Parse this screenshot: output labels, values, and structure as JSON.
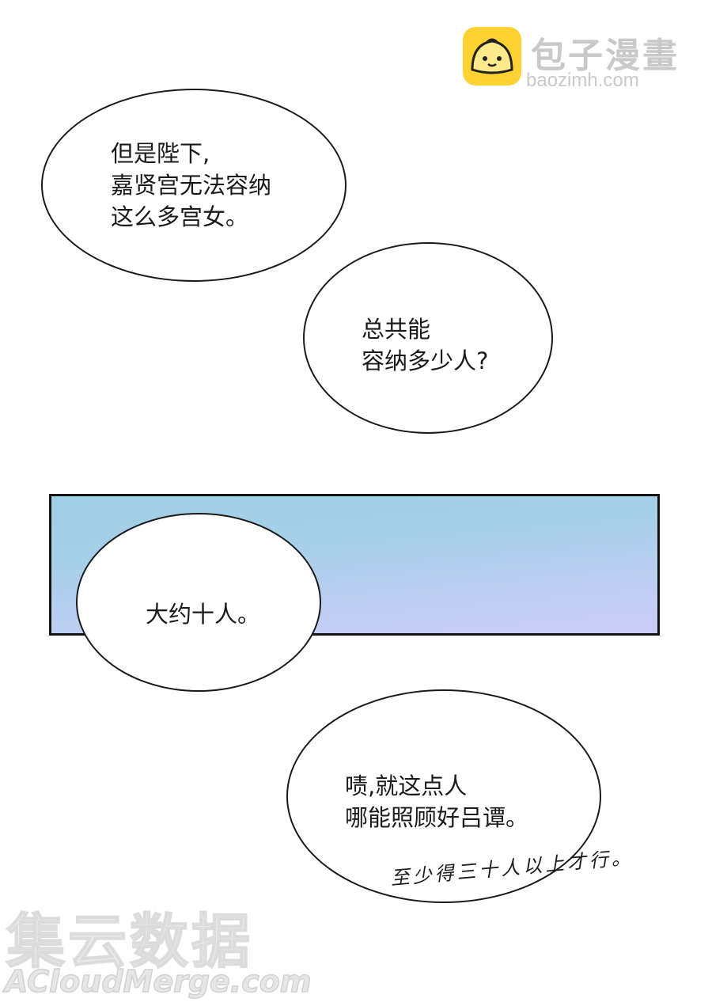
{
  "watermark_top": {
    "brand_cn": "包子漫畫",
    "brand_url": "baozimh.com",
    "logo_icon": "bun-face-logo-icon",
    "logo_color": "#ffd233"
  },
  "bubbles": [
    {
      "lines": [
        "但是陛下,",
        "嘉贤宫无法容纳",
        "这么多宫女。"
      ]
    },
    {
      "lines": [
        "总共能",
        "容纳多少人?"
      ]
    },
    {
      "lines": [
        "大约十人。"
      ]
    },
    {
      "lines": [
        "啧,就这点人",
        "哪能照顾好吕谭。"
      ]
    }
  ],
  "aside_text": "至少得三十人以上才行。",
  "panel": {
    "gradient_top": "#9ecfe4",
    "gradient_bottom": "#cbcbf5"
  },
  "watermark_bottom": {
    "brand_cn": "集云数据",
    "brand_en": "ACloudMerge.com"
  }
}
